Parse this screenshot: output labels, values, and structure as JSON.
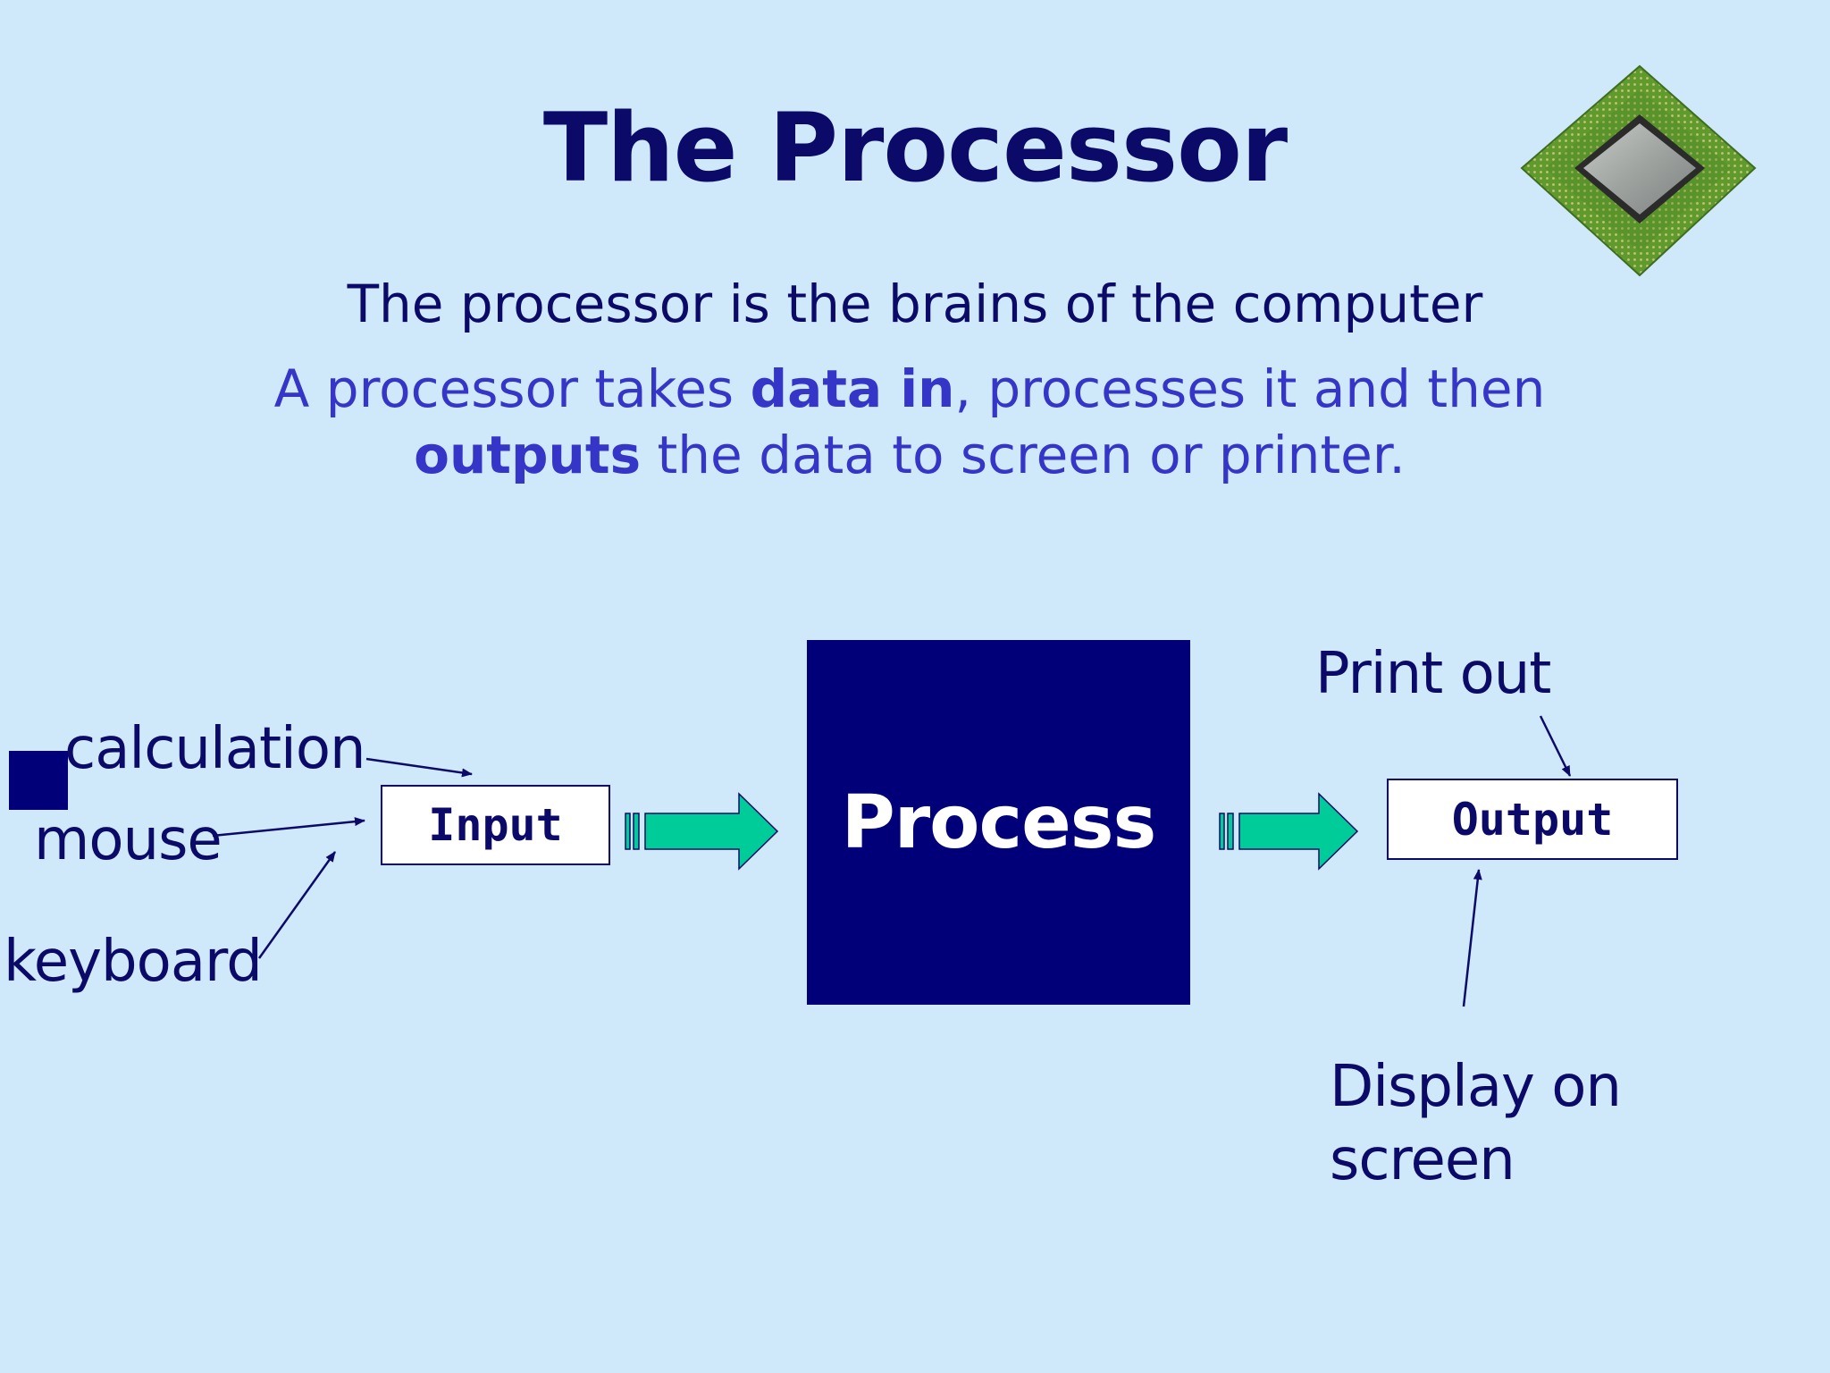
{
  "title": "The Processor",
  "subtitle": "The processor is the brains of the computer",
  "description": {
    "part1": "A processor takes ",
    "bold1": "data in",
    "part2": ", processes it and then ",
    "bold2": "outputs",
    "part3": " the data to screen or printer."
  },
  "diagram": {
    "inputs": [
      "calculation",
      "mouse",
      "keyboard"
    ],
    "input_box": "Input",
    "process_box": "Process",
    "output_box": "Output",
    "outputs": {
      "print": "Print out",
      "display_line1": "Display on",
      "display_line2": "screen"
    }
  },
  "colors": {
    "background": "#cfe9fb",
    "dark_navy": "#0b0a69",
    "process_fill": "#020078",
    "accent_blue": "#3535c8",
    "arrow_green": "#00cc99"
  },
  "icons": [
    "processor-chip-image",
    "block-arrow-right"
  ]
}
